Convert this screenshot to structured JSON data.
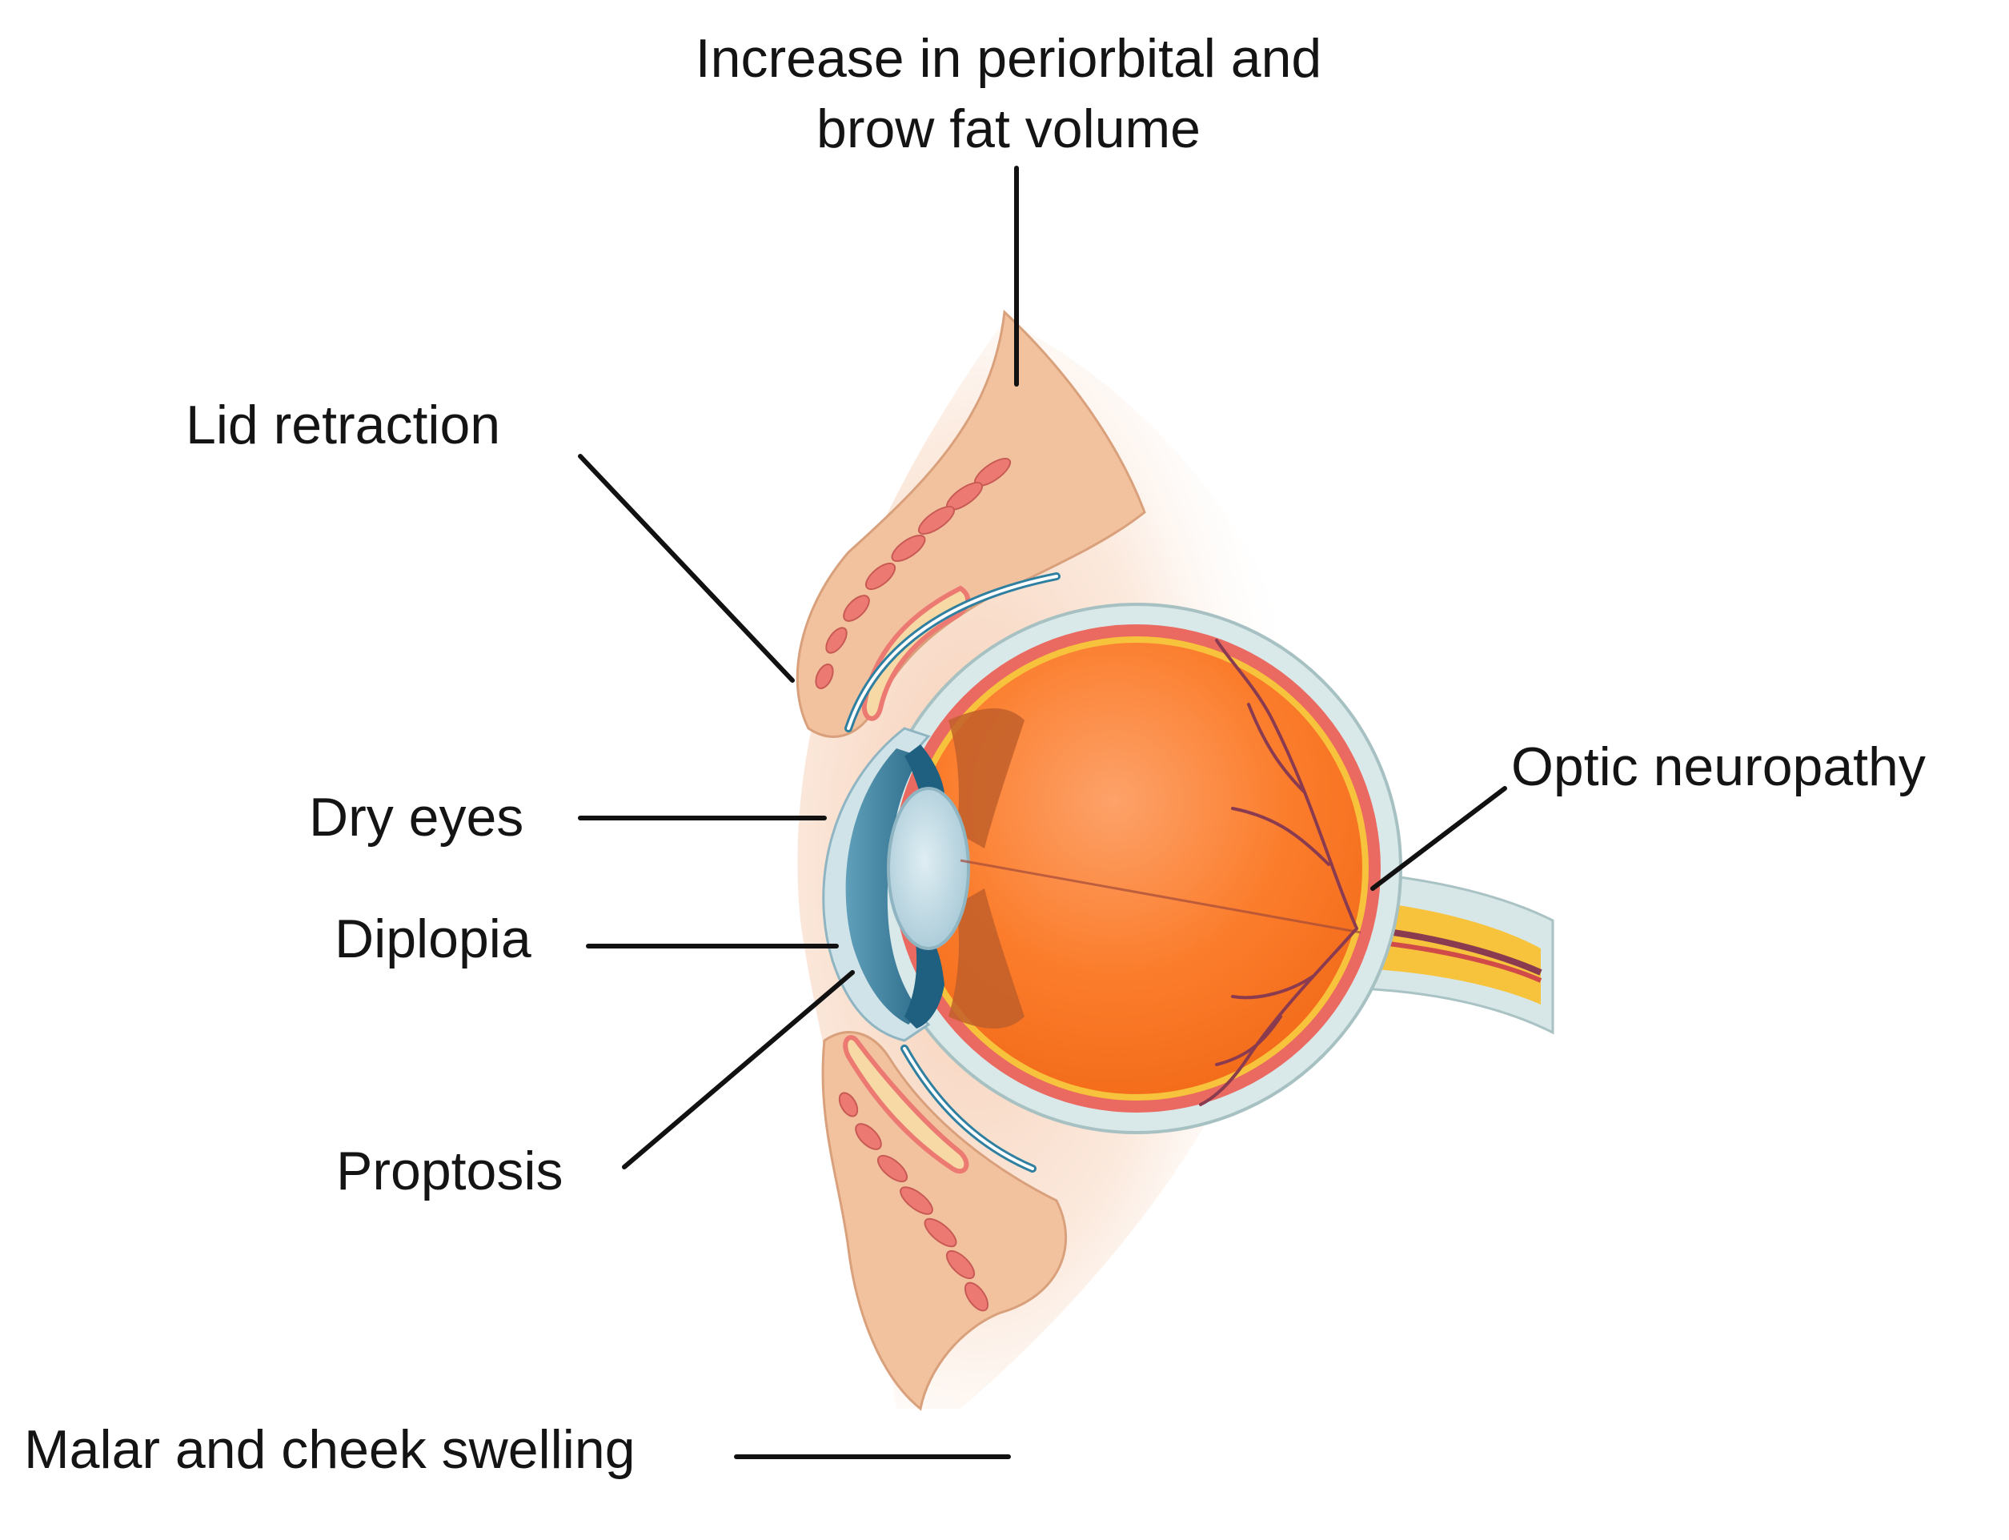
{
  "labels": {
    "brow_fat_line1": "Increase in periorbital and",
    "brow_fat_line2": "brow fat volume",
    "lid_retraction": "Lid retraction",
    "dry_eyes": "Dry eyes",
    "diplopia": "Diplopia",
    "proptosis": "Proptosis",
    "optic_neuropathy": "Optic neuropathy",
    "malar_swelling": "Malar and cheek swelling"
  },
  "colors": {
    "skin": "#f2c7a4",
    "skin_fade": "#fbe3d3",
    "muscle": "#ec7a72",
    "sclera": "#cfe3e4",
    "choroid": "#ea6960",
    "retina": "#f7c33c",
    "vitreous": "#fb7b28",
    "cornea": "#9fc5d3",
    "iris": "#2d6f8e",
    "lens": "#b9d5e0",
    "optic_nerve": "#f7c33c",
    "vessel": "#8a3b50",
    "leader_line": "#111111"
  }
}
